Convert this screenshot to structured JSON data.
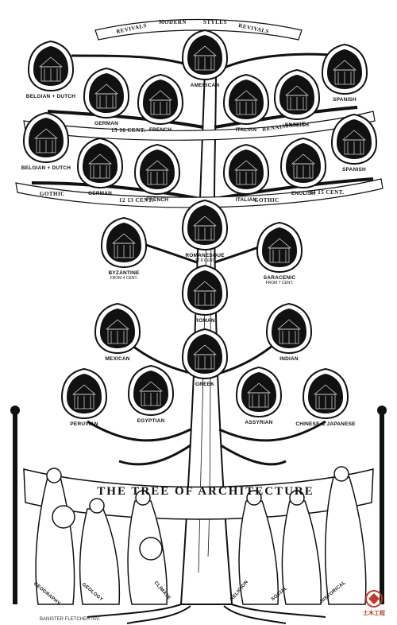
{
  "title": "THE TREE OF ARCHITECTURE",
  "top_banner": {
    "left": "REVIVALS",
    "center_left": "MODERN",
    "center_right": "STYLES",
    "right": "REVIVALS"
  },
  "ribbons": {
    "renaissance_left": "15 16 CENT.",
    "renaissance_right": "RENAISSANCE",
    "gothic_left": "GOTHIC",
    "gothic_left_cent": "12 13 CENT.",
    "gothic_right": "GOTHIC",
    "gothic_right_cent": "13 15 CENT."
  },
  "styles": {
    "american": "AMERICAN",
    "belgian_dutch_modern": "BELGIAN + DUTCH",
    "spanish_modern": "SPANISH",
    "german_ren": "GERMAN",
    "french_ren": "FRENCH",
    "italian_ren": "ITALIAN",
    "english_ren": "ENGLISH",
    "belgian_dutch_gothic": "BELGIAN + DUTCH",
    "spanish_gothic": "SPANISH",
    "german_gothic": "GERMAN",
    "french_gothic": "FRENCH",
    "italian_gothic": "ITALIAN",
    "english_gothic": "ENGLISH",
    "romanesque": "ROMANESQUE",
    "romanesque_sub": "12 8 CENT",
    "byzantine": "BYZANTINE",
    "byzantine_sub": "FROM 4 CENT.",
    "saracenic": "SARACENIC",
    "saracenic_sub": "FROM 7 CENT.",
    "roman": "ROMAN",
    "mexican": "MEXICAN",
    "indian": "INDIAN",
    "greek": "GREEK",
    "peruvian": "PERUVIAN",
    "egyptian": "EGYPTIAN",
    "assyrian": "ASSYRIAN",
    "chinese_japanese": "CHINESE & JAPANESE"
  },
  "roots": [
    "GEOGRAPHY",
    "GEOLOGY",
    "CLIMATE",
    "RELIGION",
    "SOCIAL",
    "HISTORICAL"
  ],
  "credit": "BANISTER FLETCHER INV.",
  "watermark": "土木工程",
  "colors": {
    "ink": "#111111",
    "paper": "#ffffff",
    "watermark": "#c0392b"
  }
}
